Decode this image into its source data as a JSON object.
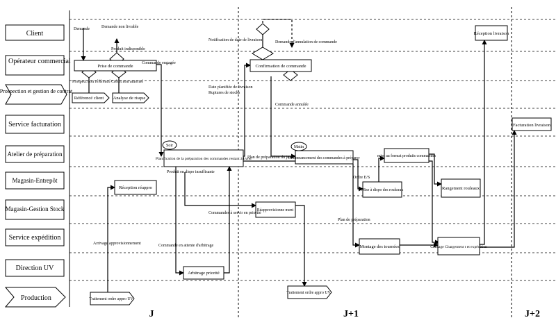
{
  "lanes": [
    {
      "label": "Client"
    },
    {
      "label": "Opérateur commercial"
    },
    {
      "label": "Prospection et gestion de contrat"
    },
    {
      "label": "Service facturation"
    },
    {
      "label": "Atelier de préparation"
    },
    {
      "label": "Magasin-Entrepôt"
    },
    {
      "label": "Magasin-Gestion Stock"
    },
    {
      "label": "Service expédition"
    },
    {
      "label": "Direction UV"
    },
    {
      "label": "Production"
    }
  ],
  "days": [
    "J",
    "J+1",
    "J+2"
  ],
  "boxes": {
    "prise_commande": "Prise de commande",
    "reference_client": "Référencé client",
    "analyse_risque": "Analyse de risque",
    "confirmation": "Confirmation de commande",
    "reception_livraison": "Réception livraison",
    "facturation_livraison": "Facturation livraison",
    "planification": "Planification de la préparation des commandes restant à livrer",
    "ordonnancement": "Ordonnancement des commandes à préparer",
    "mise_format": "mise au format produits commandés",
    "reception_reappro": "Réception réappro",
    "mise_dispo": "Mise à dispo des rouleaux",
    "rangement": "Rangement rouleaux",
    "reapprovisionnement": "Réapprovisionne ment",
    "montage": "Montage des tournées",
    "colisage": "Colisage Chargement t et expédition",
    "arbitrage": "Arbitrage priorité",
    "traitement1": "Traitement ordre appro UV",
    "traitement2": "Traitement ordre appro UV"
  },
  "circles": {
    "soir": "Soir",
    "matin": "Matin"
  },
  "notes": {
    "demande": "Demande",
    "demande_non_livrable": "Demande non livrable",
    "produit_indisponible": "Produit indisponible",
    "prospect": "Prospect non référencé",
    "credit": "Crédit non autorisé",
    "commande_engagee": "Commande engagée",
    "notification": "Notification de date de livraison",
    "demande_annulation": "Demande d'annulation de commande",
    "date_planifiee": "Date planifiée de livraison",
    "ruptures": "Ruptures de stocks",
    "commande_annulee": "Commande annulée",
    "plan_jour": "Plan de préparation du jour",
    "produit_dispo": "Produit en dispo insuffisante",
    "ordre_es": "Ordre E/S",
    "arrivage": "Arrivage approvisionnement",
    "commandes_servir": "Commandes à servir en priorité",
    "commande_attente": "Commande en attente d'arbitrage",
    "plan_preparation": "Plan de préparation"
  }
}
